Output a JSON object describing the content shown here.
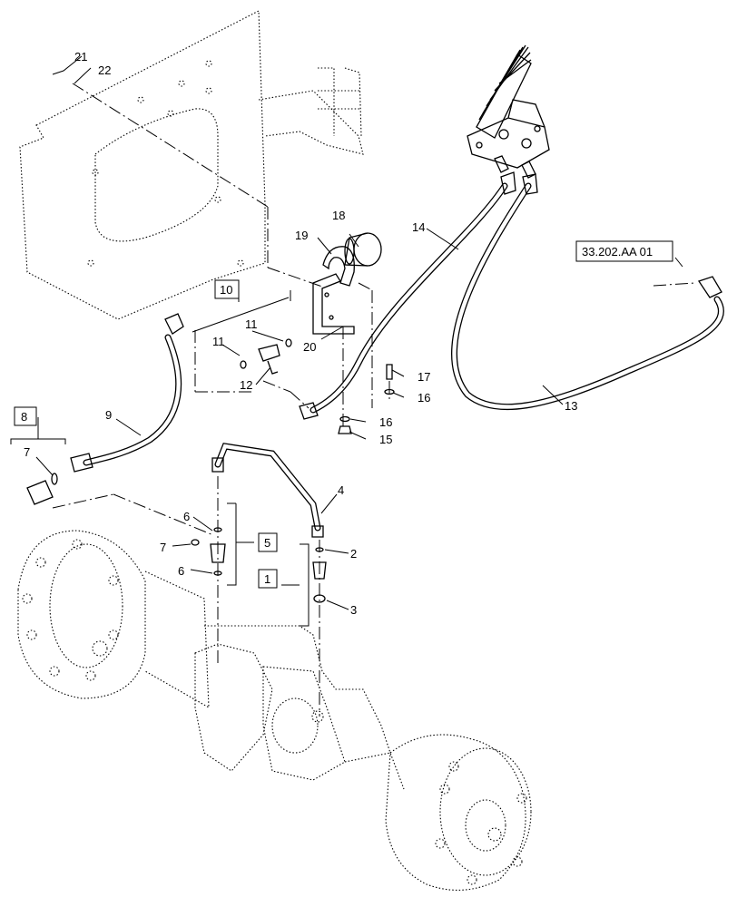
{
  "callouts": {
    "c1": "1",
    "c2": "2",
    "c3": "3",
    "c4": "4",
    "c5": "5",
    "c6a": "6",
    "c6b": "6",
    "c7a": "7",
    "c7b": "7",
    "c8": "8",
    "c9": "9",
    "c10": "10",
    "c11a": "11",
    "c11b": "11",
    "c12": "12",
    "c13": "13",
    "c14": "14",
    "c15": "15",
    "c16a": "16",
    "c16b": "16",
    "c17": "17",
    "c18": "18",
    "c19": "19",
    "c20": "20",
    "c21": "21",
    "c22": "22"
  },
  "reference": "33.202.AA 01",
  "colors": {
    "line": "#000000",
    "background": "#ffffff"
  }
}
